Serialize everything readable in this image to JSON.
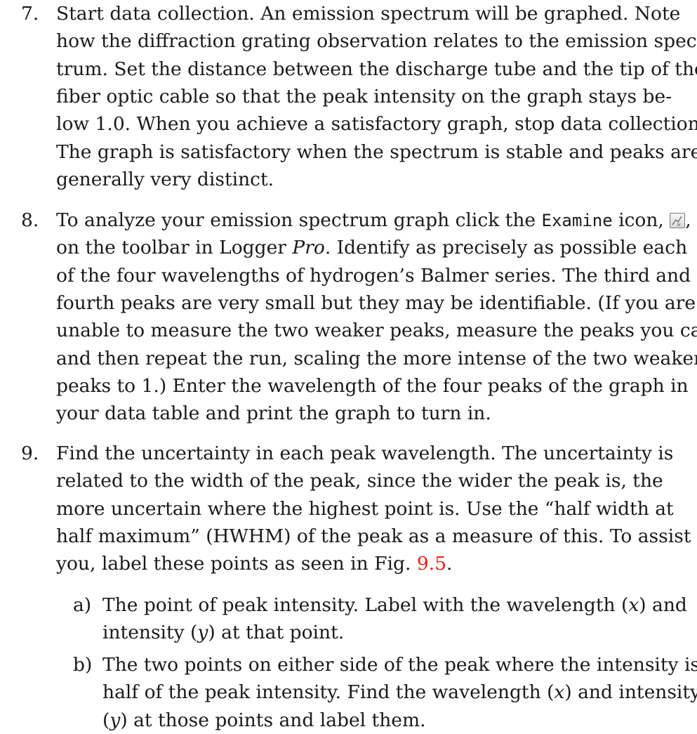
{
  "items": [
    {
      "number": "7.",
      "lines": [
        "Start data collection. An emission spectrum will be graphed. Note",
        "how the diffraction grating observation relates to the emission spec-",
        "trum. Set the distance between the discharge tube and the tip of the",
        "fiber optic cable so that the peak intensity on the graph stays be-",
        "low 1.0. When you achieve a satisfactory graph, stop data collection.",
        "The graph is satisfactory when the spectrum is stable and peaks are",
        "generally very distinct."
      ]
    },
    {
      "number": "8.",
      "line1_pre": "To analyze your emission spectrum graph click the ",
      "line1_code": "Examine",
      "line1_post": " icon, ",
      "line1_end": ",",
      "line2_pre": "on the toolbar in Logger ",
      "line2_italic": "Pro",
      "line2_post": ". Identify as precisely as possible each",
      "lines": [
        "of the four wavelengths of hydrogen’s Balmer series. The third and",
        "fourth peaks are very small but they may be identifiable. (If you are",
        "unable to measure the two weaker peaks, measure the peaks you can",
        "and then repeat the run, scaling the more intense of the two weaker",
        "peaks to 1.) Enter the wavelength of the four peaks of the graph in",
        "your data table and print the graph to turn in."
      ]
    },
    {
      "number": "9.",
      "lines": [
        "Find the uncertainty in each peak wavelength. The uncertainty is",
        "related to the width of the peak, since the wider the peak is, the",
        "more uncertain where the highest point is. Use the “half width at",
        "half maximum” (HWHM) of the peak as a measure of this. To assist"
      ],
      "last_pre": "you, label these points as seen in Fig. ",
      "last_link": "9.5",
      "last_post": ".",
      "sub": [
        {
          "label": "a)",
          "line1_a": "The point of peak intensity. Label with the wavelength (",
          "line1_var": "x",
          "line1_b": ") and",
          "line2_a": "intensity (",
          "line2_var": "y",
          "line2_b": ") at that point."
        },
        {
          "label": "b)",
          "line1": "The two points on either side of the peak where the intensity is",
          "line2_a": "half of the peak intensity. Find the wavelength (",
          "line2_var": "x",
          "line2_b": ") and intensity",
          "line3_a": "(",
          "line3_var": "y",
          "line3_b": ") at those points and label them."
        }
      ]
    }
  ],
  "icons": {
    "examine": "examine-icon"
  }
}
